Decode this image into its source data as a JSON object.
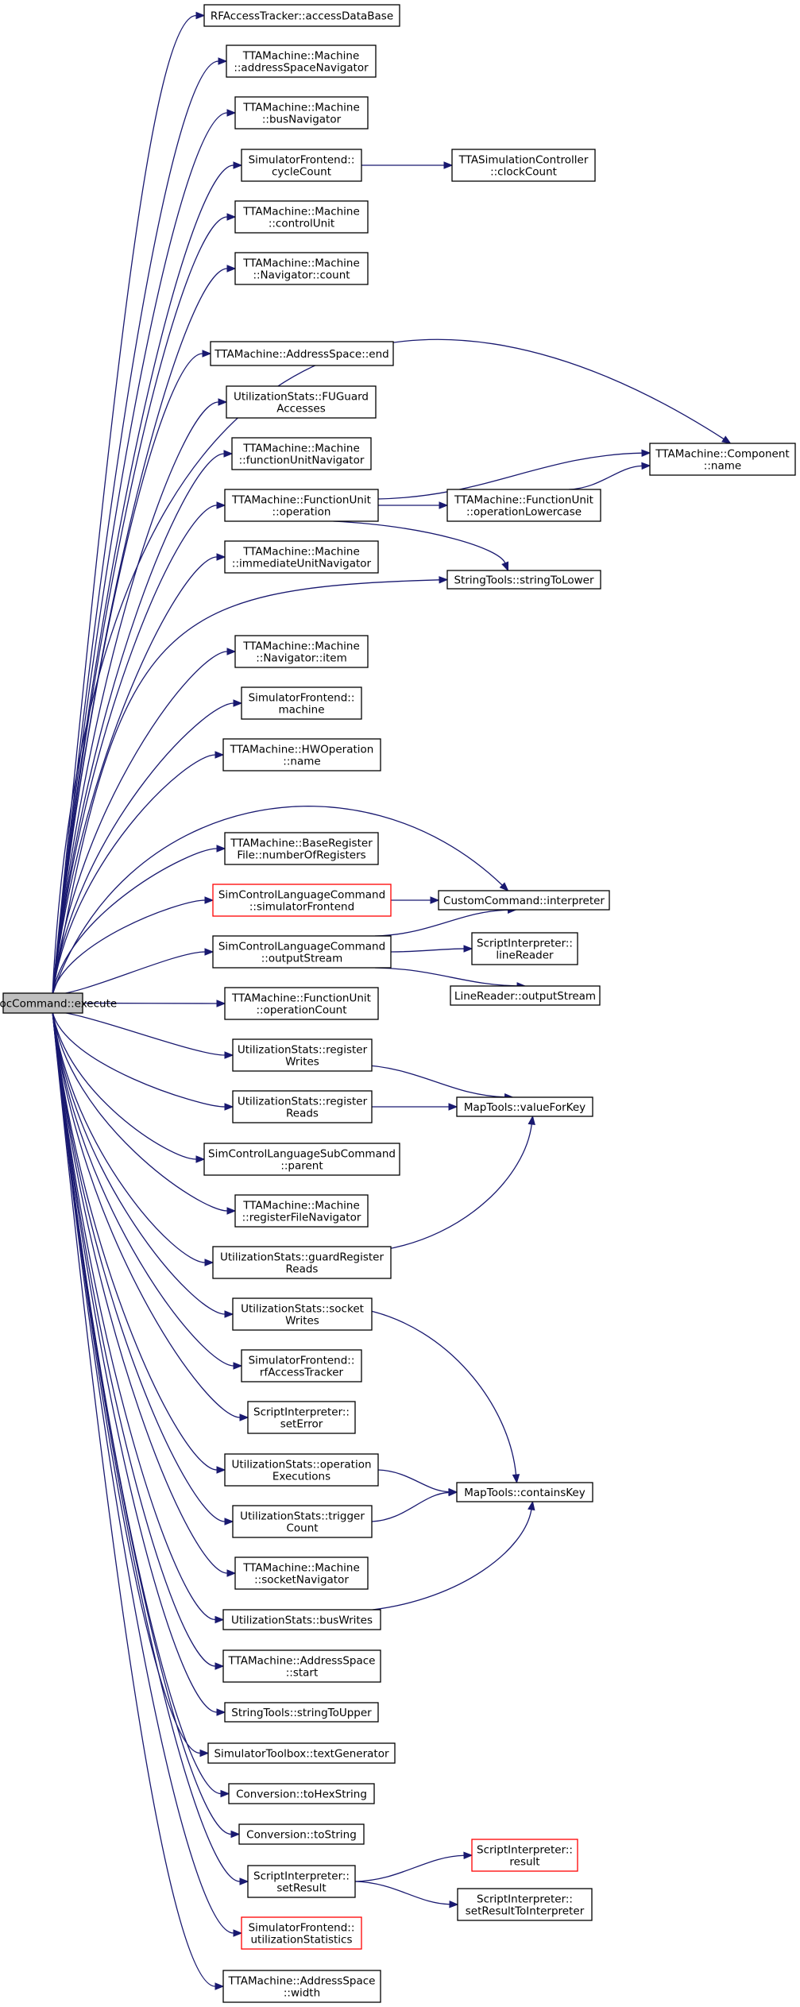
{
  "diagram": {
    "type": "call-graph",
    "colors": {
      "edge": "#191970",
      "node_border": "#000000",
      "node_border_highlight": "#ff0000",
      "root_fill": "#bfbfbf",
      "node_fill": "#ffffff"
    },
    "nodes": [
      {
        "id": "root",
        "lines": [
          "InfoProcCommand::execute"
        ],
        "style": "root"
      },
      {
        "id": "n1",
        "lines": [
          "RFAccessTracker::accessDataBase"
        ]
      },
      {
        "id": "n2",
        "lines": [
          "TTAMachine::Machine",
          "::addressSpaceNavigator"
        ]
      },
      {
        "id": "n3",
        "lines": [
          "TTAMachine::Machine",
          "::busNavigator"
        ]
      },
      {
        "id": "n4",
        "lines": [
          "SimulatorFrontend::",
          "cycleCount"
        ]
      },
      {
        "id": "n5",
        "lines": [
          "TTASimulationController",
          "::clockCount"
        ]
      },
      {
        "id": "n6",
        "lines": [
          "TTAMachine::Machine",
          "::controlUnit"
        ]
      },
      {
        "id": "n7",
        "lines": [
          "TTAMachine::Machine",
          "::Navigator::count"
        ]
      },
      {
        "id": "n8",
        "lines": [
          "TTAMachine::AddressSpace::end"
        ]
      },
      {
        "id": "n9",
        "lines": [
          "TTAMachine::Component",
          "::name"
        ]
      },
      {
        "id": "n10",
        "lines": [
          "UtilizationStats::FUGuard",
          "Accesses"
        ]
      },
      {
        "id": "n11",
        "lines": [
          "TTAMachine::Machine",
          "::functionUnitNavigator"
        ]
      },
      {
        "id": "n12",
        "lines": [
          "TTAMachine::FunctionUnit",
          "::operation"
        ]
      },
      {
        "id": "n13",
        "lines": [
          "TTAMachine::FunctionUnit",
          "::operationLowercase"
        ]
      },
      {
        "id": "n14",
        "lines": [
          "TTAMachine::Machine",
          "::immediateUnitNavigator"
        ]
      },
      {
        "id": "n15",
        "lines": [
          "StringTools::stringToLower"
        ]
      },
      {
        "id": "n16",
        "lines": [
          "TTAMachine::Machine",
          "::Navigator::item"
        ]
      },
      {
        "id": "n17",
        "lines": [
          "SimulatorFrontend::",
          "machine"
        ]
      },
      {
        "id": "n18",
        "lines": [
          "TTAMachine::HWOperation",
          "::name"
        ]
      },
      {
        "id": "n19",
        "lines": [
          "TTAMachine::BaseRegister",
          "File::numberOfRegisters"
        ]
      },
      {
        "id": "n20",
        "lines": [
          "SimControlLanguageCommand",
          "::simulatorFrontend"
        ],
        "style": "red"
      },
      {
        "id": "n21",
        "lines": [
          "CustomCommand::interpreter"
        ]
      },
      {
        "id": "n22",
        "lines": [
          "SimControlLanguageCommand",
          "::outputStream"
        ]
      },
      {
        "id": "n23",
        "lines": [
          "ScriptInterpreter::",
          "lineReader"
        ]
      },
      {
        "id": "n24",
        "lines": [
          "LineReader::outputStream"
        ]
      },
      {
        "id": "n25",
        "lines": [
          "TTAMachine::FunctionUnit",
          "::operationCount"
        ]
      },
      {
        "id": "n26",
        "lines": [
          "UtilizationStats::register",
          "Writes"
        ]
      },
      {
        "id": "n27",
        "lines": [
          "UtilizationStats::register",
          "Reads"
        ]
      },
      {
        "id": "n28",
        "lines": [
          "MapTools::valueForKey"
        ]
      },
      {
        "id": "n29",
        "lines": [
          "SimControlLanguageSubCommand",
          "::parent"
        ]
      },
      {
        "id": "n30",
        "lines": [
          "TTAMachine::Machine",
          "::registerFileNavigator"
        ]
      },
      {
        "id": "n31",
        "lines": [
          "UtilizationStats::guardRegister",
          "Reads"
        ]
      },
      {
        "id": "n32",
        "lines": [
          "UtilizationStats::socket",
          "Writes"
        ]
      },
      {
        "id": "n33",
        "lines": [
          "SimulatorFrontend::",
          "rfAccessTracker"
        ]
      },
      {
        "id": "n34",
        "lines": [
          "ScriptInterpreter::",
          "setError"
        ]
      },
      {
        "id": "n35",
        "lines": [
          "UtilizationStats::operation",
          "Executions"
        ]
      },
      {
        "id": "n36",
        "lines": [
          "MapTools::containsKey"
        ]
      },
      {
        "id": "n37",
        "lines": [
          "UtilizationStats::trigger",
          "Count"
        ]
      },
      {
        "id": "n38",
        "lines": [
          "TTAMachine::Machine",
          "::socketNavigator"
        ]
      },
      {
        "id": "n39",
        "lines": [
          "UtilizationStats::busWrites"
        ]
      },
      {
        "id": "n40",
        "lines": [
          "TTAMachine::AddressSpace",
          "::start"
        ]
      },
      {
        "id": "n41",
        "lines": [
          "StringTools::stringToUpper"
        ]
      },
      {
        "id": "n42",
        "lines": [
          "SimulatorToolbox::textGenerator"
        ]
      },
      {
        "id": "n43",
        "lines": [
          "Conversion::toHexString"
        ]
      },
      {
        "id": "n44",
        "lines": [
          "Conversion::toString"
        ]
      },
      {
        "id": "n45",
        "lines": [
          "ScriptInterpreter::",
          "setResult"
        ]
      },
      {
        "id": "n46",
        "lines": [
          "ScriptInterpreter::",
          "result"
        ],
        "style": "red"
      },
      {
        "id": "n47",
        "lines": [
          "ScriptInterpreter::",
          "setResultToInterpreter"
        ]
      },
      {
        "id": "n48",
        "lines": [
          "SimulatorFrontend::",
          "utilizationStatistics"
        ],
        "style": "red"
      },
      {
        "id": "n49",
        "lines": [
          "TTAMachine::AddressSpace",
          "::width"
        ]
      }
    ],
    "edges": [
      [
        "root",
        "n1"
      ],
      [
        "root",
        "n2"
      ],
      [
        "root",
        "n3"
      ],
      [
        "root",
        "n4"
      ],
      [
        "root",
        "n6"
      ],
      [
        "root",
        "n7"
      ],
      [
        "root",
        "n9"
      ],
      [
        "root",
        "n8"
      ],
      [
        "root",
        "n10"
      ],
      [
        "root",
        "n11"
      ],
      [
        "root",
        "n12"
      ],
      [
        "root",
        "n14"
      ],
      [
        "root",
        "n15"
      ],
      [
        "root",
        "n16"
      ],
      [
        "root",
        "n17"
      ],
      [
        "root",
        "n18"
      ],
      [
        "root",
        "n21"
      ],
      [
        "root",
        "n19"
      ],
      [
        "root",
        "n20"
      ],
      [
        "root",
        "n22"
      ],
      [
        "root",
        "n25"
      ],
      [
        "root",
        "n26"
      ],
      [
        "root",
        "n27"
      ],
      [
        "root",
        "n29"
      ],
      [
        "root",
        "n30"
      ],
      [
        "root",
        "n31"
      ],
      [
        "root",
        "n32"
      ],
      [
        "root",
        "n33"
      ],
      [
        "root",
        "n34"
      ],
      [
        "root",
        "n35"
      ],
      [
        "root",
        "n37"
      ],
      [
        "root",
        "n38"
      ],
      [
        "root",
        "n39"
      ],
      [
        "root",
        "n40"
      ],
      [
        "root",
        "n41"
      ],
      [
        "root",
        "n42"
      ],
      [
        "root",
        "n43"
      ],
      [
        "root",
        "n44"
      ],
      [
        "root",
        "n45"
      ],
      [
        "root",
        "n48"
      ],
      [
        "root",
        "n49"
      ],
      [
        "n4",
        "n5"
      ],
      [
        "n12",
        "n9"
      ],
      [
        "n12",
        "n13"
      ],
      [
        "n12",
        "n15"
      ],
      [
        "n13",
        "n9"
      ],
      [
        "n20",
        "n21"
      ],
      [
        "n22",
        "n21"
      ],
      [
        "n22",
        "n23"
      ],
      [
        "n22",
        "n24"
      ],
      [
        "n26",
        "n28"
      ],
      [
        "n27",
        "n28"
      ],
      [
        "n31",
        "n28"
      ],
      [
        "n32",
        "n36"
      ],
      [
        "n35",
        "n36"
      ],
      [
        "n37",
        "n36"
      ],
      [
        "n39",
        "n36"
      ],
      [
        "n45",
        "n46"
      ],
      [
        "n45",
        "n47"
      ]
    ]
  }
}
